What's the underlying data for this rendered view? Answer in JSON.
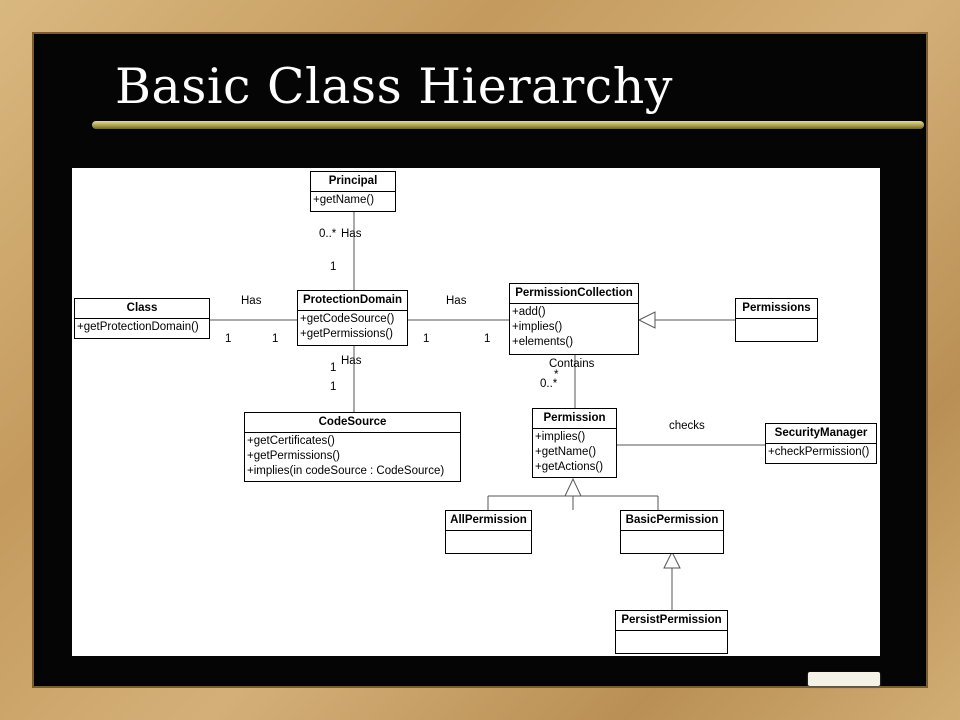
{
  "slide": {
    "title": "Basic Class Hierarchy"
  },
  "classes": {
    "principal": {
      "name": "Principal",
      "ops": [
        "+getName()"
      ]
    },
    "class": {
      "name": "Class",
      "ops": [
        "+getProtectionDomain()"
      ]
    },
    "protection_domain": {
      "name": "ProtectionDomain",
      "ops": [
        "+getCodeSource()",
        "+getPermissions()"
      ]
    },
    "permission_collection": {
      "name": "PermissionCollection",
      "ops": [
        "+add()",
        "+implies()",
        "+elements()"
      ]
    },
    "permissions": {
      "name": "Permissions",
      "ops": []
    },
    "code_source": {
      "name": "CodeSource",
      "ops": [
        "+getCertificates()",
        "+getPermissions()",
        "+implies(in codeSource : CodeSource)"
      ]
    },
    "permission": {
      "name": "Permission",
      "ops": [
        "+implies()",
        "+getName()",
        "+getActions()"
      ]
    },
    "security_manager": {
      "name": "SecurityManager",
      "ops": [
        "+checkPermission()"
      ]
    },
    "all_permission": {
      "name": "AllPermission",
      "ops": []
    },
    "basic_permission": {
      "name": "BasicPermission",
      "ops": []
    },
    "persist_permission": {
      "name": "PersistPermission",
      "ops": []
    }
  },
  "labels": {
    "principal_mult": "0..*",
    "principal_has": "Has",
    "principal_pd_mult": "1",
    "class_has": "Has",
    "class_mult": "1",
    "class_pd_mult": "1",
    "pc_has": "Has",
    "pd_pc_mult": "1",
    "pc_mult": "1",
    "cs_has": "Has",
    "pd_cs_mult": "1",
    "cs_mult": "1",
    "contains": "Contains",
    "contains_star": "*",
    "contains_mult": "0..*",
    "checks": "checks"
  }
}
